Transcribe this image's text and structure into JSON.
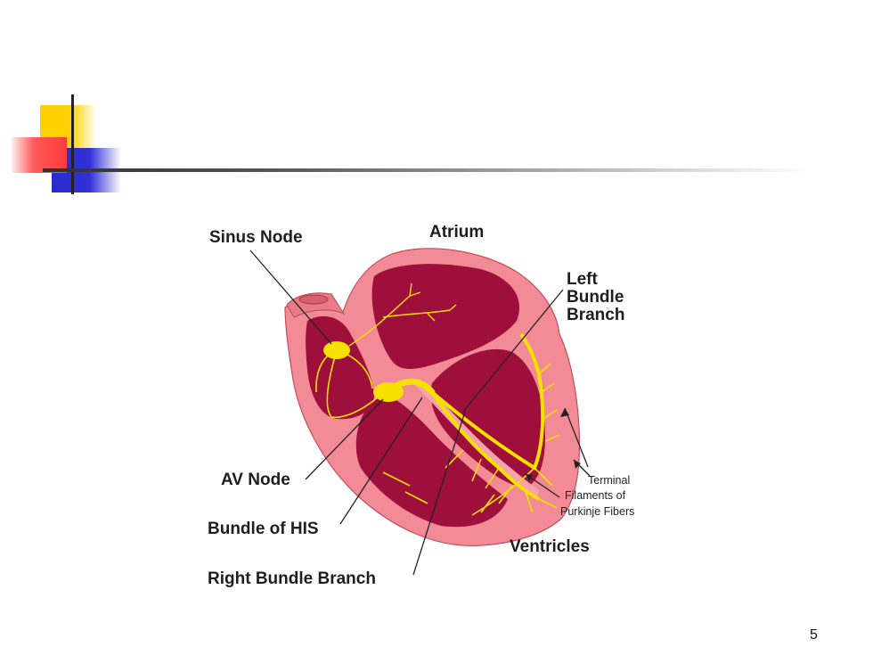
{
  "slide": {
    "page_number": "5"
  },
  "diagram": {
    "labels": {
      "sinus_node": "Sinus Node",
      "atrium": "Atrium",
      "left_bundle_branch": [
        "Left",
        "Bundle",
        "Branch"
      ],
      "av_node": "AV Node",
      "bundle_of_his": "Bundle of HIS",
      "right_bundle_branch": "Right Bundle Branch",
      "ventricles": "Ventricles",
      "purkinje": [
        "Terminal",
        "Filaments of",
        "Purkinje Fibers"
      ]
    },
    "colors": {
      "muscle": "#f28b95",
      "chamber": "#9e0f3c",
      "conduction": "#f5e100",
      "leader_line": "#222222"
    }
  }
}
